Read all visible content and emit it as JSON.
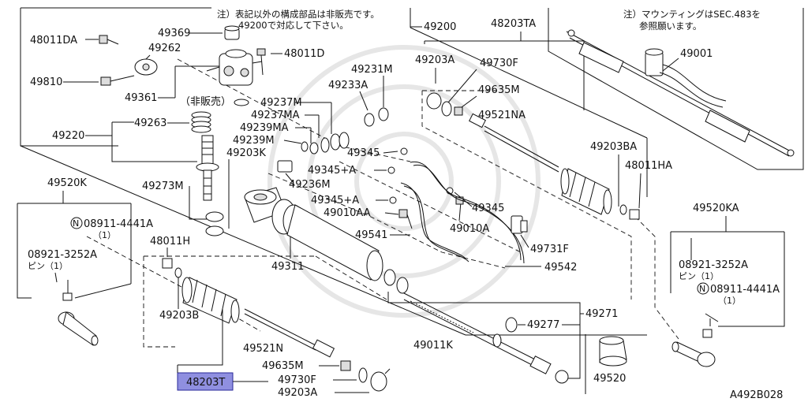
{
  "notes": {
    "top_line1": "注）表記以外の構成部品は非販売です。",
    "top_line2": "49200で対応して下さい。",
    "right_line1": "注）マウンティングはSEC.483を",
    "right_line2": "参照願います。"
  },
  "labels": {
    "p48011DA": "48011DA",
    "p49369": "49369",
    "p49262": "49262",
    "p48011D": "48011D",
    "p49200": "49200",
    "p49810": "49810",
    "p49361": "49361",
    "hiban": "（非販売）",
    "p49231M": "49231M",
    "p49233A": "49233A",
    "p49237M": "49237M",
    "p49237MA": "49237MA",
    "p49263": "49263",
    "p49239MA": "49239MA",
    "p49239M": "49239M",
    "p49220": "49220",
    "p49203K": "49203K",
    "p49345a": "49345",
    "p49345A1": "49345+A",
    "p49236M": "49236M",
    "p49273M": "49273M",
    "p49345A2": "49345+A",
    "p49345b": "49345",
    "p49010AA": "49010AA",
    "p49010A": "49010A",
    "p49541": "49541",
    "p49520K": "49520K",
    "nut_l": "08911-4441A",
    "nut_l_qty": "（1）",
    "p48011H": "48011H",
    "pin_l": "08921-3252A",
    "pin_l_sub": "ピン（1）",
    "p49311": "49311",
    "p49731F": "49731F",
    "p49542": "49542",
    "p49203B": "49203B",
    "p49521N": "49521N",
    "p49635M": "49635M",
    "p49730F": "49730F",
    "p48203T": "48203T",
    "p49203A": "49203A",
    "p49011K": "49011K",
    "p49277": "49277",
    "p49271": "49271",
    "p49520": "49520",
    "p48203TA": "48203TA",
    "p49203A_r": "49203A",
    "p49730F_r": "49730F",
    "p49635M_r": "49635M",
    "p49521NA": "49521NA",
    "p49203BA": "49203BA",
    "p48011HA": "48011HA",
    "p49001": "49001",
    "p49520KA": "49520KA",
    "pin_r": "08921-3252A",
    "pin_r_sub": "ピン（1）",
    "nut_r": "08911-4441A",
    "nut_r_qty": "（1）",
    "n_mark": "N",
    "diagram_id": "A492B028"
  },
  "colors": {
    "line": "#111111",
    "highlight_fill": "#8f8fe0",
    "highlight_border": "#2a2a9a",
    "watermark": "#e6e6e6"
  }
}
